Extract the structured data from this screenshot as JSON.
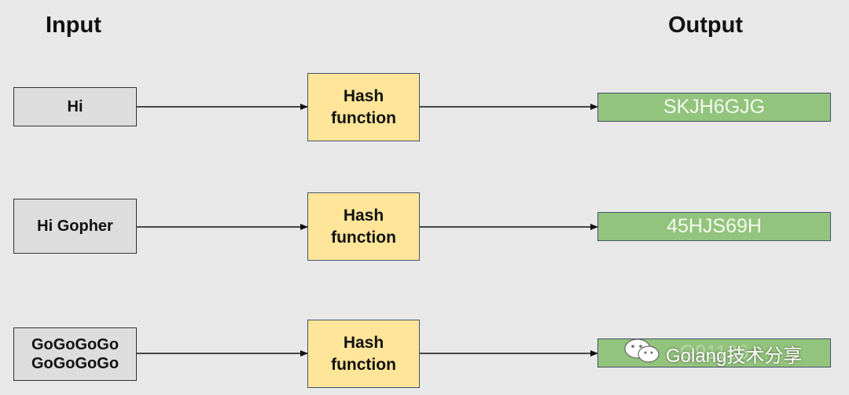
{
  "headings": {
    "input": "Input",
    "output": "Output"
  },
  "rows": [
    {
      "input_lines": [
        "Hi"
      ],
      "hash_lines": [
        "Hash",
        "function"
      ],
      "output": "SKJH6GJG"
    },
    {
      "input_lines": [
        "Hi Gopher"
      ],
      "hash_lines": [
        "Hash",
        "function"
      ],
      "output": "45HJS69H"
    },
    {
      "input_lines": [
        "GoGoGoGo",
        "GoGoGoGo"
      ],
      "hash_lines": [
        "Hash",
        "function"
      ],
      "output": "G91136"
    }
  ],
  "watermark": {
    "text": "Golang技术分享",
    "icon": "wechat-icon"
  },
  "colors": {
    "input_fill": "#dddddd",
    "hash_fill": "#ffe599",
    "output_fill": "#93c47d",
    "background": "#e8e8e8"
  }
}
